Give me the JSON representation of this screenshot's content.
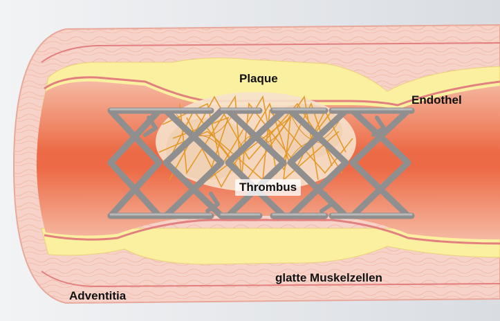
{
  "labels": {
    "plaque": "Plaque",
    "endothel": "Endothel",
    "thrombus": "Thrombus",
    "smooth_muscle": "glatte Muskelzellen",
    "adventitia": "Adventitia"
  },
  "colors": {
    "background": "#e9ecef",
    "adventitia": "#f6d2c8",
    "muscle_layer": "#f5c9b8",
    "intima_line": "#f0e7a6",
    "plaque": "#fbefa0",
    "lumen_center": "#ec6a45",
    "lumen_edge": "#f4b59d",
    "stent": "#8f8f8f",
    "thrombus_fibrin": "#e39a2a",
    "thrombus_cells": "#f6e2cc",
    "membrane": "#e27f7f"
  }
}
